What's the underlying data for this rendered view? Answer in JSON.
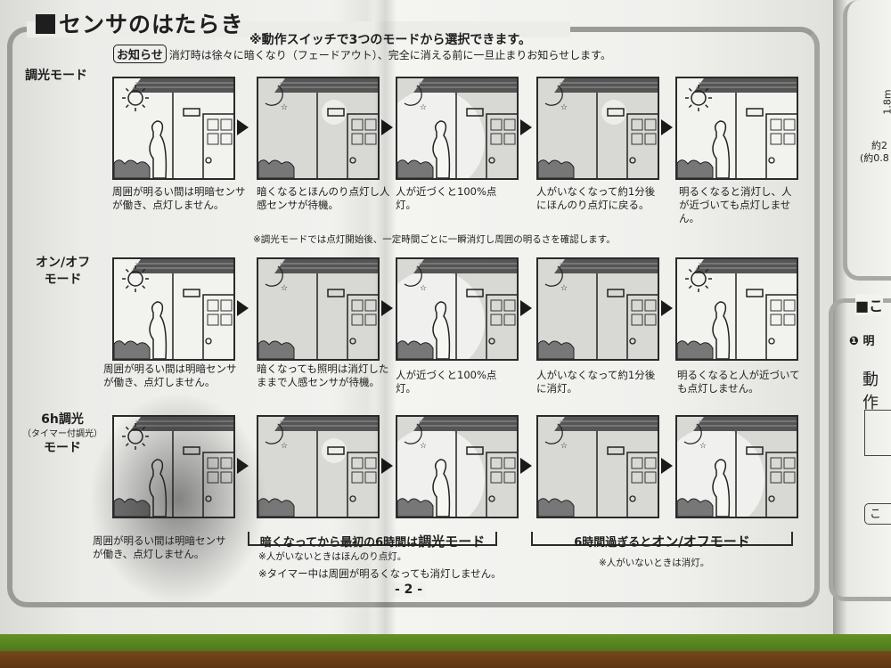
{
  "header": {
    "title": "センサのはたらき",
    "subtitle": "※動作スイッチで3つのモードから選択できます。",
    "notice_badge": "お知らせ",
    "notice_text": "消灯時は徐々に暗くなり（フェードアウト）、完全に消える前に一旦止まりお知らせします。"
  },
  "modes": [
    {
      "label_line1": "調光モード",
      "label_line2": "",
      "label_small": "",
      "panels": [
        {
          "scene": "day",
          "icon": "sun-icon",
          "person": true,
          "light": false,
          "desc": "周囲が明るい間は明暗センサが働き、点灯しません。"
        },
        {
          "scene": "night",
          "icon": "moon-icon",
          "person": false,
          "light": "dim",
          "desc": "暗くなるとほんのり点灯し人感センサが待機。"
        },
        {
          "scene": "night",
          "icon": "moon-icon",
          "person": true,
          "light": "full",
          "desc": "人が近づくと100%点灯。"
        },
        {
          "scene": "night",
          "icon": "moon-icon",
          "person": false,
          "light": "dim",
          "desc": "人がいなくなって約1分後にほんのり点灯に戻る。"
        },
        {
          "scene": "day",
          "icon": "sun-icon",
          "person": true,
          "light": false,
          "desc": "明るくなると消灯し、人が近づいても点灯しません。"
        }
      ],
      "footnote": "※調光モードでは点灯開始後、一定時間ごとに一瞬消灯し周囲の明るさを確認します。"
    },
    {
      "label_line1": "オン/オフ",
      "label_line2": "モード",
      "label_small": "",
      "panels": [
        {
          "scene": "day",
          "icon": "sun-icon",
          "person": true,
          "light": false,
          "desc": "周囲が明るい間は明暗センサが働き、点灯しません。"
        },
        {
          "scene": "night",
          "icon": "moon-icon",
          "person": false,
          "light": false,
          "desc": "暗くなっても照明は消灯したままで人感センサが待機。"
        },
        {
          "scene": "night",
          "icon": "moon-icon",
          "person": true,
          "light": "full",
          "desc": "人が近づくと100%点灯。"
        },
        {
          "scene": "night",
          "icon": "moon-icon",
          "person": false,
          "light": false,
          "desc": "人がいなくなって約1分後に消灯。"
        },
        {
          "scene": "day",
          "icon": "sun-icon",
          "person": true,
          "light": false,
          "desc": "明るくなると人が近づいても点灯しません。"
        }
      ],
      "footnote": ""
    },
    {
      "label_line1": "6h調光",
      "label_small": "（タイマー付調光）",
      "label_line2": "モード",
      "panels": [
        {
          "scene": "day",
          "icon": "sun-icon",
          "person": true,
          "light": false,
          "desc": "周囲が明るい間は明暗センサが働き、点灯しません。"
        },
        {
          "scene": "night",
          "icon": "moon-icon",
          "person": false,
          "light": "dim"
        },
        {
          "scene": "night",
          "icon": "moon-icon",
          "person": true,
          "light": "full"
        },
        {
          "scene": "night",
          "icon": "moon-icon",
          "person": false,
          "light": false
        },
        {
          "scene": "night",
          "icon": "moon-icon",
          "person": true,
          "light": "full"
        }
      ],
      "bracket_left": {
        "text": "暗くなってから最初の6時間は",
        "bold": "調光モード"
      },
      "bracket_right": {
        "text": "6時間過ぎると",
        "bold": "オン/オフモード"
      },
      "notes_left": [
        "※人がいないときはほんのり点灯。",
        "※タイマー中は周囲が明るくなっても消灯しません。"
      ],
      "notes_right": [
        "※人がいないときは消灯。"
      ]
    }
  ],
  "page_number": "- 2 -",
  "side_page": {
    "dimension_1": "1.8m",
    "dimension_2": "約2",
    "dimension_3": "(約0.8",
    "section_mark": "■こ",
    "step_1": "❶ 明",
    "heading": "動作",
    "button_frag": "こ"
  },
  "colors": {
    "paper": "#efefec",
    "ink": "#1e1e1e",
    "frame": "#9a9a97",
    "night_panel": "#d8d8d4",
    "day_panel": "#f2f2ef",
    "green_strip": "#5e8a22",
    "table": "#6e4318"
  }
}
